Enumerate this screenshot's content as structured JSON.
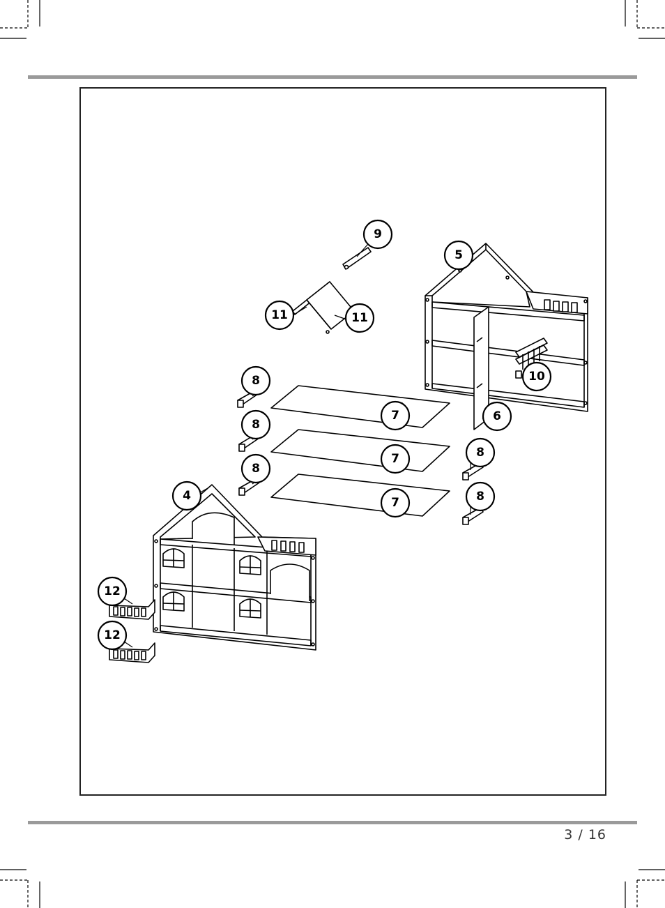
{
  "page": {
    "number": "3 / 16"
  },
  "callouts": {
    "part_9": "9",
    "part_5": "5",
    "part_11a": "11",
    "part_11b": "11",
    "part_10": "10",
    "part_8a": "8",
    "part_8b": "8",
    "part_8c": "8",
    "part_8d": "8",
    "part_8e": "8",
    "part_7a": "7",
    "part_7b": "7",
    "part_7c": "7",
    "part_6": "6",
    "part_4": "4",
    "part_12a": "12",
    "part_12b": "12"
  },
  "colors": {
    "rule": "#9a9a9a",
    "ink": "#000000"
  }
}
